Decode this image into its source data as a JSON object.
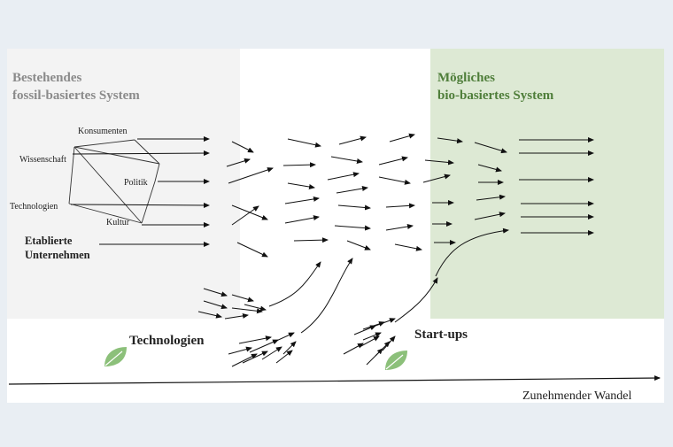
{
  "left_panel": {
    "title_line1": "Bestehendes",
    "title_line2": "fossil-basiertes System",
    "color": "#8a8a8a",
    "nodes": {
      "konsumenten": "Konsumenten",
      "wissenschaft": "Wissenschaft",
      "politik": "Politik",
      "technologien": "Technologien",
      "kultur": "Kultur",
      "unternehmen_line1": "Etablierte",
      "unternehmen_line2": "Unternehmen"
    }
  },
  "right_panel": {
    "title_line1": "Mögliches",
    "title_line2": "bio-basiertes System",
    "color": "#4f7e3a"
  },
  "niches": {
    "technologien": "Technologien",
    "startups": "Start-ups",
    "leaf_color": "#8cc07a"
  },
  "axis": {
    "label": "Zunehmender Wandel"
  }
}
